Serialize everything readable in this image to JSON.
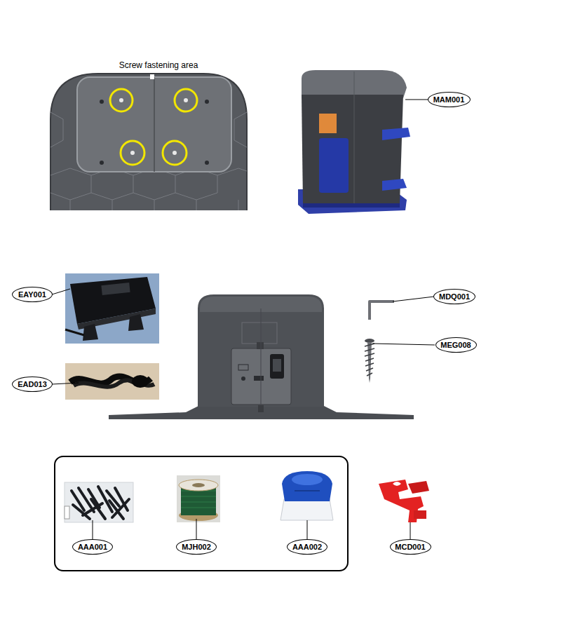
{
  "diagram": {
    "nodes": [
      {
        "text": [
          "MAM001"
        ]
      },
      {
        "text": [
          "EAY001"
        ]
      },
      {
        "text": [
          "MDQ001"
        ]
      },
      {
        "text": [
          "MEG008"
        ]
      },
      {
        "text": [
          "EAD013"
        ]
      },
      {
        "text": [
          "AAA001"
        ]
      },
      {
        "text": [
          "MJH002"
        ]
      },
      {
        "text": [
          "AAA002"
        ]
      },
      {
        "text": [
          "MCD001"
        ]
      }
    ],
    "labels": [
      "Screw fastening area"
    ]
  }
}
